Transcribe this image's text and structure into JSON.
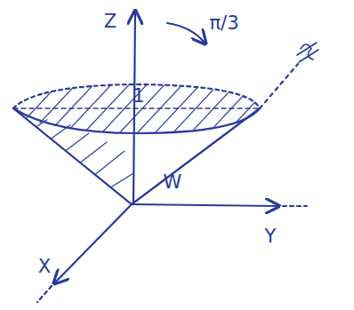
{
  "diagram": {
    "labels": [
      "Z",
      "π/3",
      "1",
      "W",
      "Y",
      "X"
    ]
  }
}
